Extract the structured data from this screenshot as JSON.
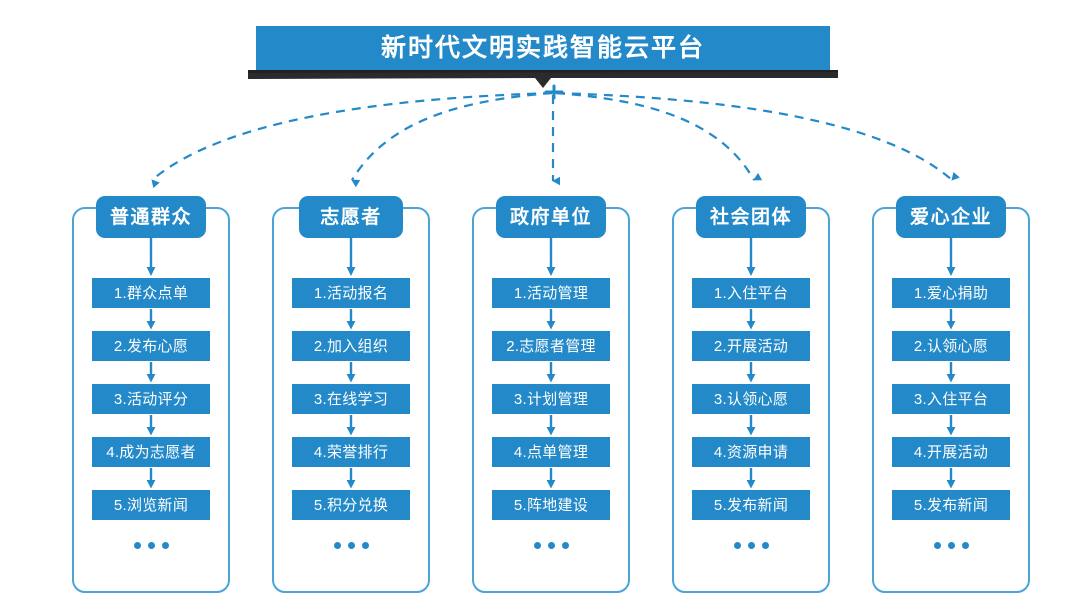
{
  "header": {
    "title": "新时代文明实践智能云平台",
    "bar_color": "#2389c8",
    "shadow_color": "#2b2b2b",
    "text_color": "#ffffff"
  },
  "theme": {
    "accent": "#2389c8",
    "container_border": "#4ea3d6",
    "connector_color": "#2389c8",
    "background": "#ffffff"
  },
  "connectors": {
    "style": "dashed",
    "origin_label": "platform-hub",
    "count": 5
  },
  "ellipsis_text": "…",
  "columns": [
    {
      "title": "普通群众",
      "items": [
        "1.群众点单",
        "2.发布心愿",
        "3.活动评分",
        "4.成为志愿者",
        "5.浏览新闻"
      ]
    },
    {
      "title": "志愿者",
      "items": [
        "1.活动报名",
        "2.加入组织",
        "3.在线学习",
        "4.荣誉排行",
        "5.积分兑换"
      ]
    },
    {
      "title": "政府单位",
      "items": [
        "1.活动管理",
        "2.志愿者管理",
        "3.计划管理",
        "4.点单管理",
        "5.阵地建设"
      ]
    },
    {
      "title": "社会团体",
      "items": [
        "1.入住平台",
        "2.开展活动",
        "3.认领心愿",
        "4.资源申请",
        "5.发布新闻"
      ]
    },
    {
      "title": "爱心企业",
      "items": [
        "1.爱心捐助",
        "2.认领心愿",
        "3.入住平台",
        "4.开展活动",
        "5.发布新闻"
      ]
    }
  ]
}
